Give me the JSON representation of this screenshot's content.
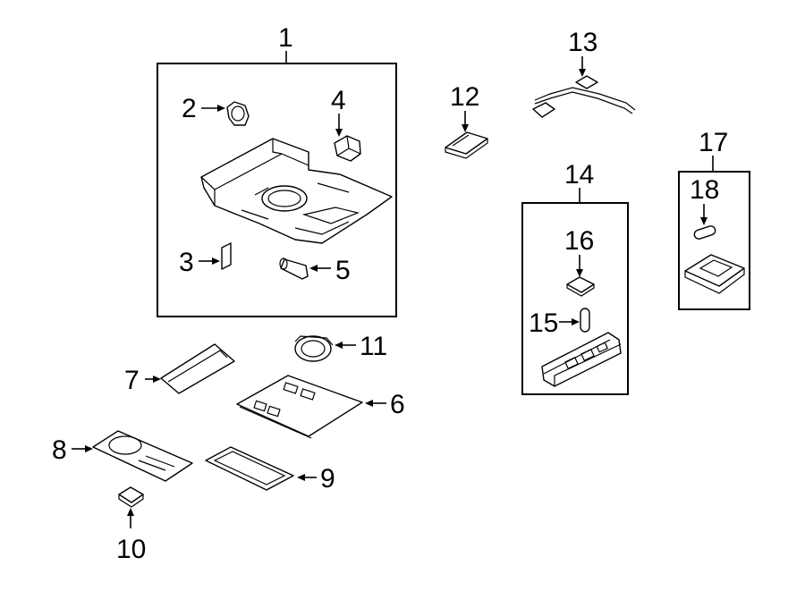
{
  "callouts": {
    "c1": "1",
    "c2": "2",
    "c3": "3",
    "c4": "4",
    "c5": "5",
    "c6": "6",
    "c7": "7",
    "c8": "8",
    "c9": "9",
    "c10": "10",
    "c11": "11",
    "c12": "12",
    "c13": "13",
    "c14": "14",
    "c15": "15",
    "c16": "16",
    "c17": "17",
    "c18": "18"
  },
  "parts": [
    {
      "callout": "1",
      "icon": "overhead-console-assembly-icon"
    },
    {
      "callout": "2",
      "icon": "plug-bracket-icon"
    },
    {
      "callout": "3",
      "icon": "clip-icon"
    },
    {
      "callout": "4",
      "icon": "lamp-lens-icon"
    },
    {
      "callout": "5",
      "icon": "bulb-icon"
    },
    {
      "callout": "6",
      "icon": "console-trim-panel-icon"
    },
    {
      "callout": "7",
      "icon": "trim-strip-icon"
    },
    {
      "callout": "8",
      "icon": "front-trim-plate-icon"
    },
    {
      "callout": "9",
      "icon": "lens-plate-icon"
    },
    {
      "callout": "10",
      "icon": "switch-cover-icon"
    },
    {
      "callout": "11",
      "icon": "speaker-icon"
    },
    {
      "callout": "12",
      "icon": "sensor-module-icon"
    },
    {
      "callout": "13",
      "icon": "wire-harness-icon"
    },
    {
      "callout": "14",
      "icon": "rear-dome-lamp-assembly-icon"
    },
    {
      "callout": "15",
      "icon": "bulb-icon"
    },
    {
      "callout": "16",
      "icon": "lens-icon"
    },
    {
      "callout": "17",
      "icon": "cargo-lamp-assembly-icon"
    },
    {
      "callout": "18",
      "icon": "bulb-icon"
    }
  ]
}
